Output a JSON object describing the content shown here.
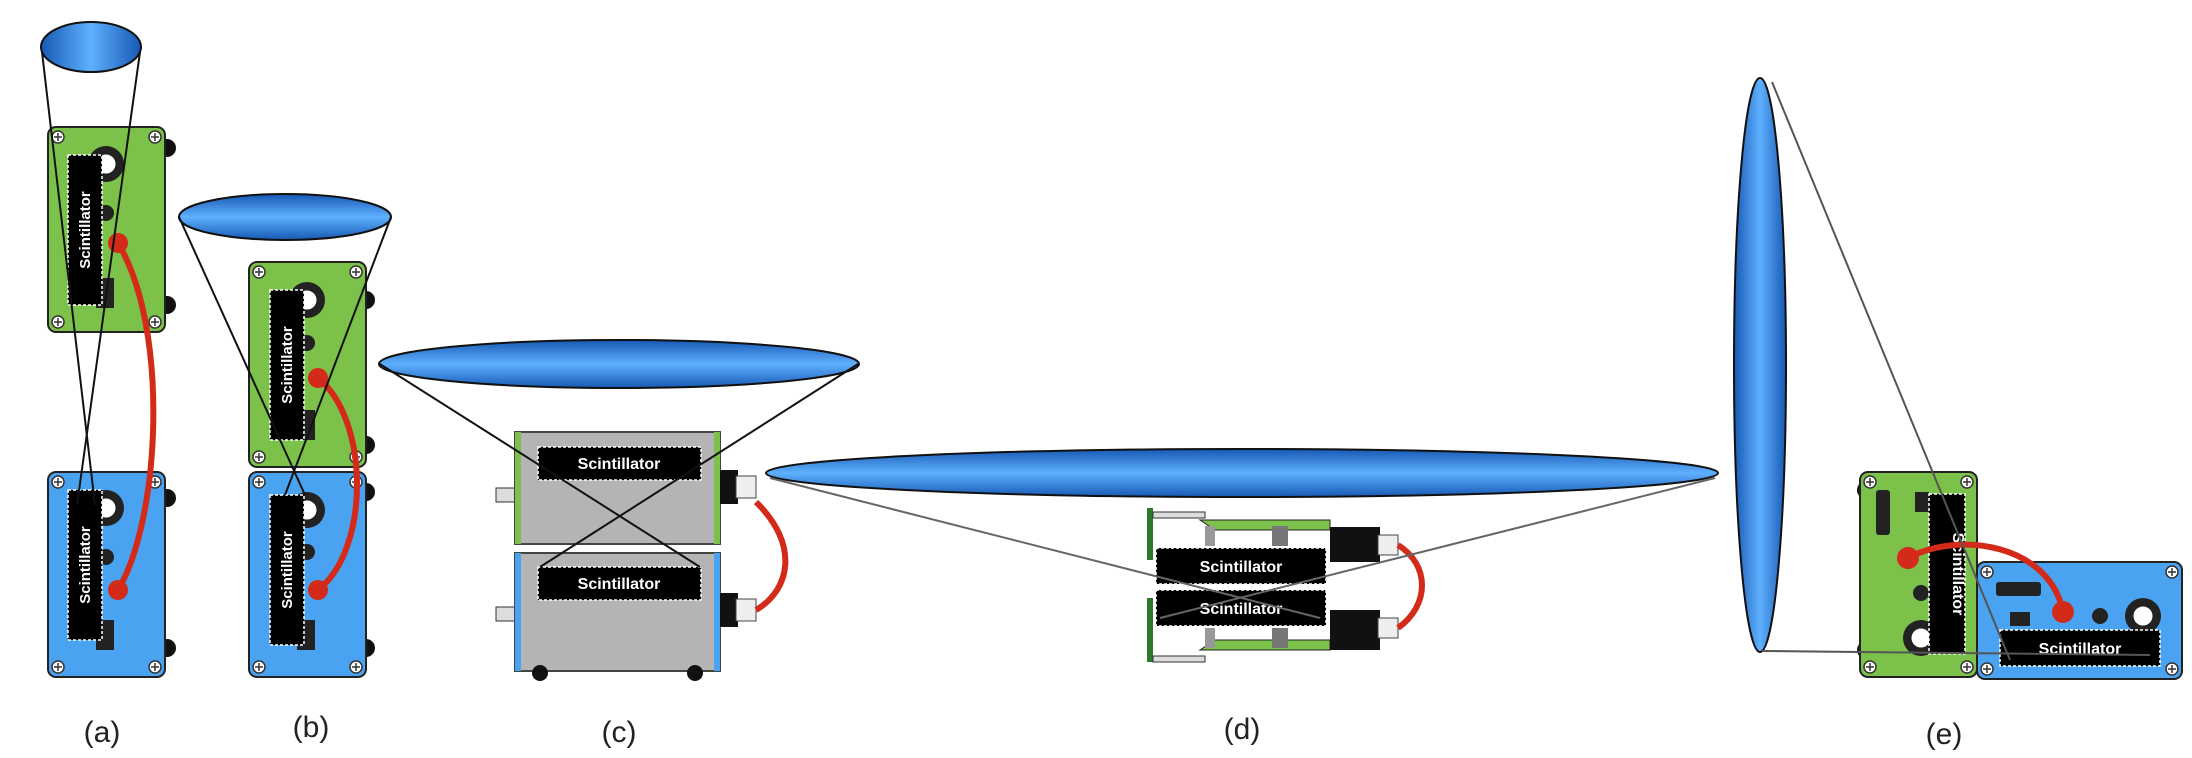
{
  "scintillator_label": "Scintillator",
  "panels": [
    {
      "caption": "(a)"
    },
    {
      "caption": "(b)"
    },
    {
      "caption": "(c)"
    },
    {
      "caption": "(d)"
    },
    {
      "caption": "(e)"
    }
  ],
  "colors": {
    "camera_green": "#7cc14a",
    "camera_blue": "#4aa3f0",
    "camera_gray": "#b4b4b4",
    "cable_red": "#d42a1a",
    "lens_light": "#5fb0ff",
    "lens_dark": "#1659b4",
    "scintillator": "#000000"
  }
}
